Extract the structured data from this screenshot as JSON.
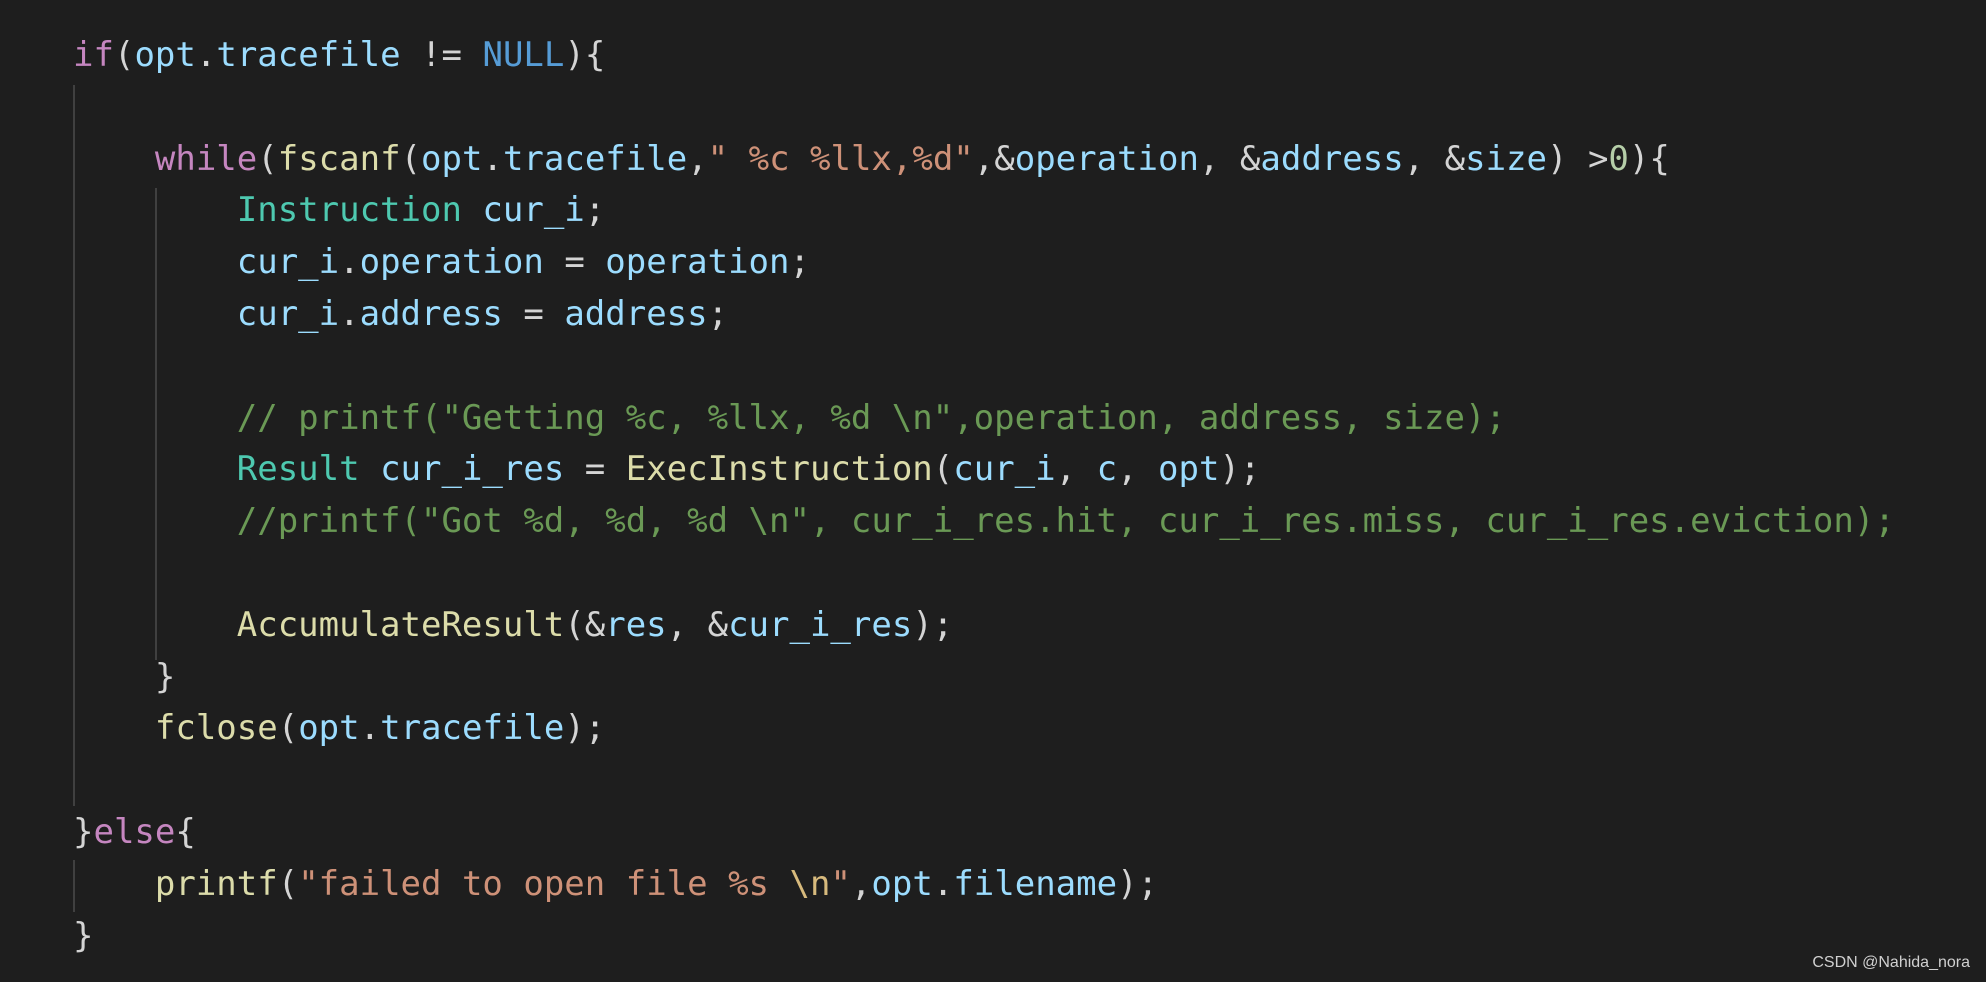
{
  "code_lines": [
    [
      {
        "t": "if",
        "c": "kw"
      },
      {
        "t": "(",
        "c": "pun"
      },
      {
        "t": "opt",
        "c": "var"
      },
      {
        "t": ".",
        "c": "pun"
      },
      {
        "t": "tracefile",
        "c": "var"
      },
      {
        "t": " != ",
        "c": "pun"
      },
      {
        "t": "NULL",
        "c": "cst"
      },
      {
        "t": "){",
        "c": "pun"
      }
    ],
    [],
    [
      {
        "t": "    ",
        "c": "pun"
      },
      {
        "t": "while",
        "c": "kw"
      },
      {
        "t": "(",
        "c": "pun"
      },
      {
        "t": "fscanf",
        "c": "fn"
      },
      {
        "t": "(",
        "c": "pun"
      },
      {
        "t": "opt",
        "c": "var"
      },
      {
        "t": ".",
        "c": "pun"
      },
      {
        "t": "tracefile",
        "c": "var"
      },
      {
        "t": ",",
        "c": "pun"
      },
      {
        "t": "\" %c %llx,%d\"",
        "c": "str"
      },
      {
        "t": ",&",
        "c": "pun"
      },
      {
        "t": "operation",
        "c": "var"
      },
      {
        "t": ", &",
        "c": "pun"
      },
      {
        "t": "address",
        "c": "var"
      },
      {
        "t": ", &",
        "c": "pun"
      },
      {
        "t": "size",
        "c": "var"
      },
      {
        "t": ") >",
        "c": "pun"
      },
      {
        "t": "0",
        "c": "num"
      },
      {
        "t": "){",
        "c": "pun"
      }
    ],
    [
      {
        "t": "        ",
        "c": "pun"
      },
      {
        "t": "Instruction",
        "c": "typ"
      },
      {
        "t": " ",
        "c": "pun"
      },
      {
        "t": "cur_i",
        "c": "var"
      },
      {
        "t": ";",
        "c": "pun"
      }
    ],
    [
      {
        "t": "        ",
        "c": "pun"
      },
      {
        "t": "cur_i",
        "c": "var"
      },
      {
        "t": ".",
        "c": "pun"
      },
      {
        "t": "operation",
        "c": "var"
      },
      {
        "t": " = ",
        "c": "pun"
      },
      {
        "t": "operation",
        "c": "var"
      },
      {
        "t": ";",
        "c": "pun"
      }
    ],
    [
      {
        "t": "        ",
        "c": "pun"
      },
      {
        "t": "cur_i",
        "c": "var"
      },
      {
        "t": ".",
        "c": "pun"
      },
      {
        "t": "address",
        "c": "var"
      },
      {
        "t": " = ",
        "c": "pun"
      },
      {
        "t": "address",
        "c": "var"
      },
      {
        "t": ";",
        "c": "pun"
      }
    ],
    [],
    [
      {
        "t": "        ",
        "c": "pun"
      },
      {
        "t": "// printf(\"Getting %c, %llx, %d \\n\",operation, address, size);",
        "c": "cmt"
      }
    ],
    [
      {
        "t": "        ",
        "c": "pun"
      },
      {
        "t": "Result",
        "c": "typ"
      },
      {
        "t": " ",
        "c": "pun"
      },
      {
        "t": "cur_i_res",
        "c": "var"
      },
      {
        "t": " = ",
        "c": "pun"
      },
      {
        "t": "ExecInstruction",
        "c": "fn"
      },
      {
        "t": "(",
        "c": "pun"
      },
      {
        "t": "cur_i",
        "c": "var"
      },
      {
        "t": ", ",
        "c": "pun"
      },
      {
        "t": "c",
        "c": "var"
      },
      {
        "t": ", ",
        "c": "pun"
      },
      {
        "t": "opt",
        "c": "var"
      },
      {
        "t": ");",
        "c": "pun"
      }
    ],
    [
      {
        "t": "        ",
        "c": "pun"
      },
      {
        "t": "//printf(\"Got %d, %d, %d \\n\", cur_i_res.hit, cur_i_res.miss, cur_i_res.eviction);",
        "c": "cmt"
      }
    ],
    [],
    [
      {
        "t": "        ",
        "c": "pun"
      },
      {
        "t": "AccumulateResult",
        "c": "fn"
      },
      {
        "t": "(&",
        "c": "pun"
      },
      {
        "t": "res",
        "c": "var"
      },
      {
        "t": ", &",
        "c": "pun"
      },
      {
        "t": "cur_i_res",
        "c": "var"
      },
      {
        "t": ");",
        "c": "pun"
      }
    ],
    [
      {
        "t": "    }",
        "c": "pun"
      }
    ],
    [
      {
        "t": "    ",
        "c": "pun"
      },
      {
        "t": "fclose",
        "c": "fn"
      },
      {
        "t": "(",
        "c": "pun"
      },
      {
        "t": "opt",
        "c": "var"
      },
      {
        "t": ".",
        "c": "pun"
      },
      {
        "t": "tracefile",
        "c": "var"
      },
      {
        "t": ");",
        "c": "pun"
      }
    ],
    [],
    [
      {
        "t": "}",
        "c": "pun"
      },
      {
        "t": "else",
        "c": "kw"
      },
      {
        "t": "{",
        "c": "pun"
      }
    ],
    [
      {
        "t": "    ",
        "c": "pun"
      },
      {
        "t": "printf",
        "c": "fn"
      },
      {
        "t": "(",
        "c": "pun"
      },
      {
        "t": "\"failed to open file %s ",
        "c": "str"
      },
      {
        "t": "\\n",
        "c": "esc"
      },
      {
        "t": "\"",
        "c": "str"
      },
      {
        "t": ",",
        "c": "pun"
      },
      {
        "t": "opt",
        "c": "var"
      },
      {
        "t": ".",
        "c": "pun"
      },
      {
        "t": "filename",
        "c": "var"
      },
      {
        "t": ");",
        "c": "pun"
      }
    ],
    [
      {
        "t": "}",
        "c": "pun"
      }
    ]
  ],
  "watermark": "CSDN @Nahida_nora",
  "colors": {
    "background": "#1e1e1e",
    "keyword": "#c586c0",
    "variable": "#9cdcfe",
    "function": "#dcdcaa",
    "type": "#4ec9b0",
    "string": "#ce9178",
    "comment": "#6a9955",
    "constant": "#569cd6",
    "number": "#b5cea8",
    "indent_guide": "#404040"
  }
}
